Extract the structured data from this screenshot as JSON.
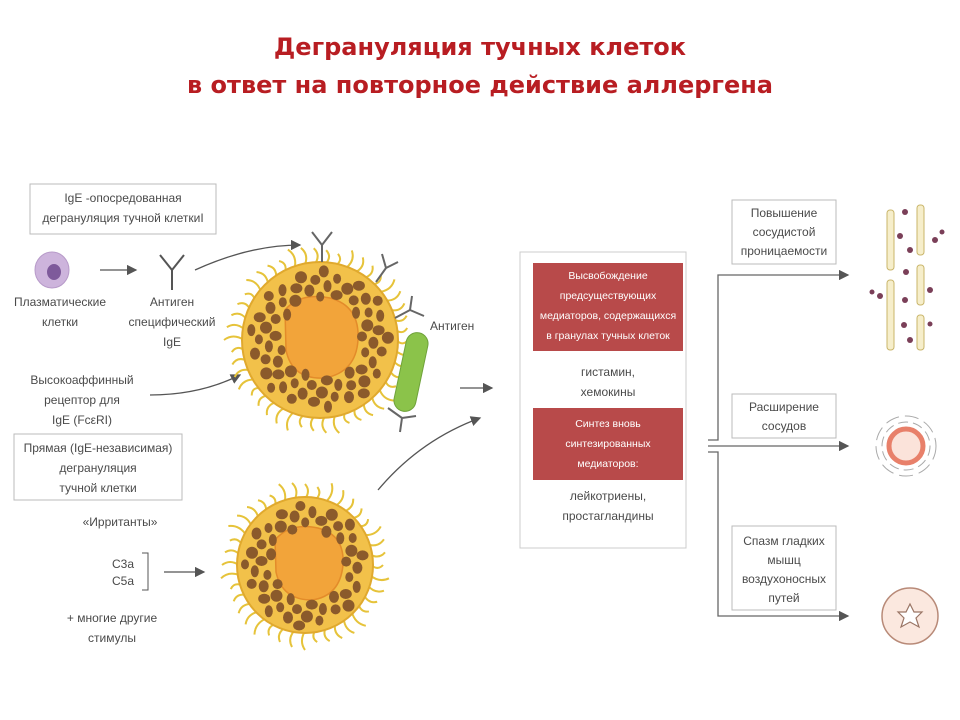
{
  "title": {
    "line1": "Дегрануляция тучных клеток",
    "line2": "в ответ на повторное действие аллергена"
  },
  "left": {
    "ige_box": [
      "IgE -опосредованная",
      "дегрануляция тучной клеткиI"
    ],
    "plasma_cells": [
      "Плазматические",
      "клетки"
    ],
    "antigen_ige": [
      "Антиген",
      "специфический",
      "IgE"
    ],
    "receptor": [
      "Высокоаффинный",
      "рецептор для",
      "IgE (FcεRI)"
    ],
    "direct_box": [
      "Прямая (IgE-независимая)",
      "дегрануляция",
      "тучной клетки"
    ],
    "irritants": "«Ирританты»",
    "c3a": "C3a",
    "c5a": "C5a",
    "other_stimuli": [
      "+ многие другие",
      "стимулы"
    ]
  },
  "antigen_label": "Антиген",
  "middle": {
    "box1": [
      "Высвобождение",
      "предсуществующих",
      "медиаторов, содержащихся",
      "в гранулах тучных клеток"
    ],
    "mediators1": [
      "гистамин,",
      "хемокины"
    ],
    "box2": [
      "Синтез вновь",
      "синтезированных",
      "медиаторов:"
    ],
    "mediators2": [
      "лейкотриены,",
      "простагландины"
    ]
  },
  "effects": {
    "e1": [
      "Повышение",
      "сосудистой",
      "проницаемости"
    ],
    "e2": [
      "Расширение",
      "сосудов"
    ],
    "e3": [
      "Спазм гладких",
      "мышц",
      "воздухоносных",
      "путей"
    ]
  },
  "colors": {
    "title": "#b81d22",
    "mediator_box": "#b84a4a",
    "cell_cytoplasm": "#f2c14a",
    "cell_nucleus": "#f2a43a",
    "granule": "#8b5a2b",
    "antigen": "#8bc34a",
    "vessel_ring": "#e8806a"
  }
}
